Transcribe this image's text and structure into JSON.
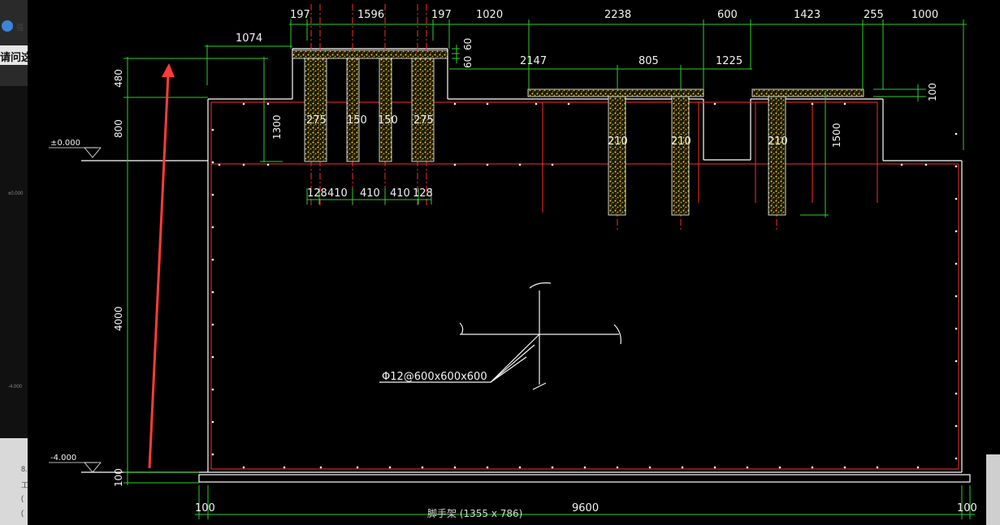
{
  "left_panel": {
    "title": "请问这",
    "logo_text": "强",
    "items": [
      "8.",
      "工",
      "(",
      "("
    ],
    "faint_labels": [
      "±0.000",
      "-4.000"
    ]
  },
  "drawing": {
    "top_dims": [
      "197",
      "1596",
      "197",
      "1020",
      "2238",
      "600",
      "1423",
      "255",
      "1000"
    ],
    "second_row_dims": [
      "1074",
      "2147",
      "805",
      "1225"
    ],
    "small_dims": [
      "60",
      "60",
      "100"
    ],
    "vertical_dims_left": [
      "480",
      "800",
      "4000",
      "100"
    ],
    "vertical_dims_inner": [
      "1300",
      "1500"
    ],
    "pile_widths_left": [
      "275",
      "150",
      "150",
      "275"
    ],
    "pile_widths_right": [
      "210",
      "210",
      "210"
    ],
    "bottom_pile_dims": [
      "128",
      "410",
      "410",
      "410",
      "128"
    ],
    "bottom_dims": [
      "100",
      "9600",
      "100"
    ],
    "elevations": [
      "±0.000",
      "-4.000"
    ],
    "rebar_label": "Φ12@600x600x600",
    "caption": "脚手架 (1355 x 786)"
  },
  "colors": {
    "background": "#000000",
    "dimension_lines": "#2bd12b",
    "outline": "#ffffff",
    "rebar": "#ff2b2b",
    "concrete_fill": "#c8b43a",
    "dimension_text": "#f2f2f2",
    "arrow": "#ff3b3b"
  }
}
